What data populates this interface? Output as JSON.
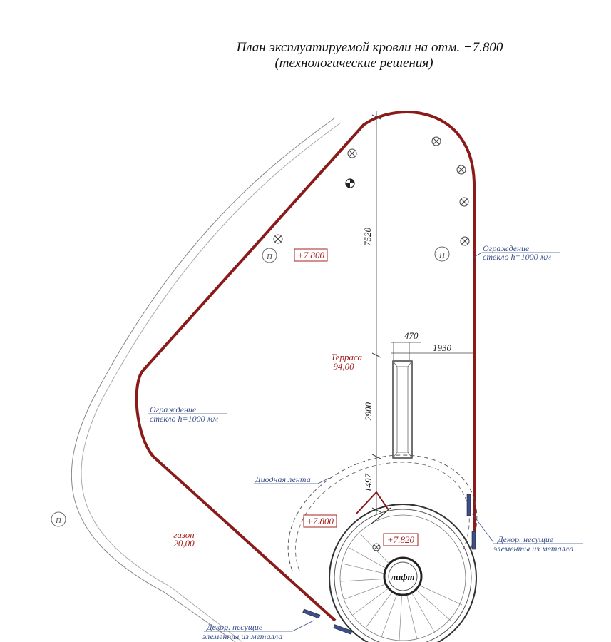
{
  "title": {
    "line1": "План эксплуатируемой кровли на отм. +7.800",
    "line2": "(технологические решения)"
  },
  "dimensions": {
    "d7520": "7520",
    "d470": "470",
    "d1930": "1930",
    "d2900": "2900",
    "d1497": "1497"
  },
  "areas": {
    "terrace_name": "Терраса",
    "terrace_area": "94,00",
    "lawn_name": "газон",
    "lawn_area": "20,00"
  },
  "levels": {
    "main": "+7.800",
    "lower": "+7.800",
    "stair": "+7.820"
  },
  "notes": {
    "fence_right_l1": "Ограждение",
    "fence_right_l2": "стекло h=1000 мм",
    "fence_left_l1": "Ограждение",
    "fence_left_l2": "стекло h=1000 мм",
    "led": "Диодная лента",
    "decor_right_l1": "Декор. несущие",
    "decor_right_l2": "элементы из металла",
    "decor_bottom_l1": "Декор. несущие",
    "decor_bottom_l2": "элементы из металла"
  },
  "markers": {
    "p_mark": "П"
  },
  "lift_label": "лифт",
  "colors": {
    "fence_red": "#8b1a1a",
    "note_blue": "#3b4f8a",
    "level_red": "#a4231f",
    "line": "#333333"
  }
}
